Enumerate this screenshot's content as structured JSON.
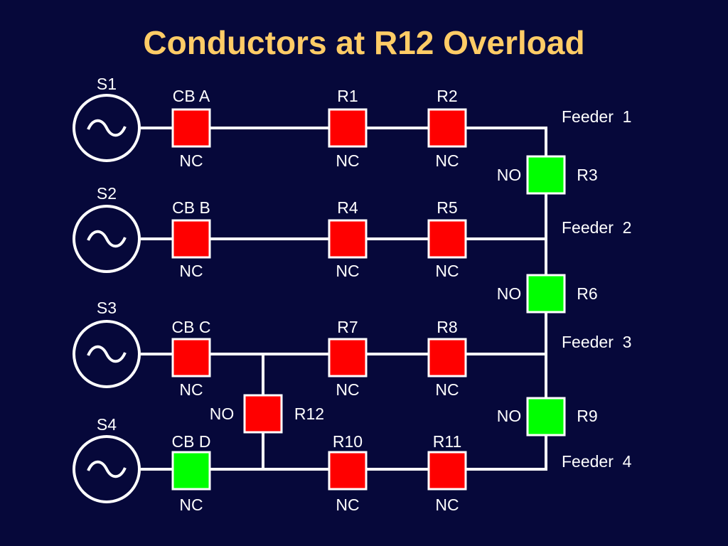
{
  "title": "Conductors at R12 Overload",
  "colors": {
    "background": "#06083a",
    "title": "#ffcc66",
    "wire": "#ffffff",
    "closed": "#ff0000",
    "open": "#00ff00"
  },
  "sources": [
    {
      "id": "s1",
      "label": "S1",
      "symbol": "ac-source-icon"
    },
    {
      "id": "s2",
      "label": "S2",
      "symbol": "ac-source-icon"
    },
    {
      "id": "s3",
      "label": "S3",
      "symbol": "ac-source-icon"
    },
    {
      "id": "s4",
      "label": "S4",
      "symbol": "ac-source-icon"
    }
  ],
  "breakers": [
    {
      "id": "cb-a",
      "label": "CB A",
      "state": "NC",
      "color": "#ff0000"
    },
    {
      "id": "cb-b",
      "label": "CB B",
      "state": "NC",
      "color": "#ff0000"
    },
    {
      "id": "cb-c",
      "label": "CB C",
      "state": "NC",
      "color": "#ff0000"
    },
    {
      "id": "cb-d",
      "label": "CB D",
      "state": "NC",
      "color": "#00ff00"
    }
  ],
  "reclosers": [
    {
      "id": "r1",
      "label": "R1",
      "state": "NC",
      "color": "#ff0000"
    },
    {
      "id": "r2",
      "label": "R2",
      "state": "NC",
      "color": "#ff0000"
    },
    {
      "id": "r4",
      "label": "R4",
      "state": "NC",
      "color": "#ff0000"
    },
    {
      "id": "r5",
      "label": "R5",
      "state": "NC",
      "color": "#ff0000"
    },
    {
      "id": "r7",
      "label": "R7",
      "state": "NC",
      "color": "#ff0000"
    },
    {
      "id": "r8",
      "label": "R8",
      "state": "NC",
      "color": "#ff0000"
    },
    {
      "id": "r10",
      "label": "R10",
      "state": "NC",
      "color": "#ff0000"
    },
    {
      "id": "r11",
      "label": "R11",
      "state": "NC",
      "color": "#ff0000"
    }
  ],
  "ties": [
    {
      "id": "r3",
      "label": "R3",
      "state": "NO",
      "color": "#00ff00"
    },
    {
      "id": "r6",
      "label": "R6",
      "state": "NO",
      "color": "#00ff00"
    },
    {
      "id": "r9",
      "label": "R9",
      "state": "NO",
      "color": "#00ff00"
    },
    {
      "id": "r12",
      "label": "R12",
      "state": "NO",
      "color": "#ff0000"
    }
  ],
  "feeders": [
    "Feeder  1",
    "Feeder  2",
    "Feeder  3",
    "Feeder  4"
  ]
}
